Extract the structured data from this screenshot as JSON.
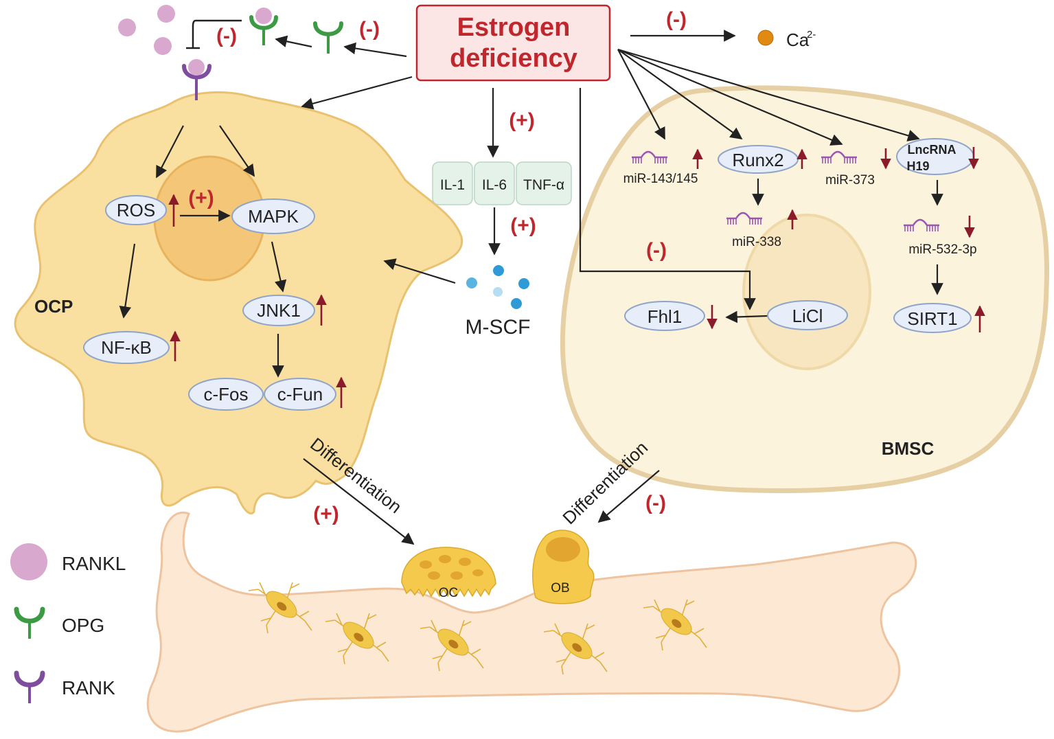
{
  "title": {
    "line1": "Estrogen",
    "line2": "deficiency"
  },
  "signs": {
    "plus": "(+)",
    "minus": "(-)"
  },
  "calcium": {
    "symbol": "Ca",
    "charge": "2-"
  },
  "cytokines": [
    "IL-1",
    "IL-6",
    "TNF-α"
  ],
  "msf": "M-SCF",
  "ocp": {
    "label": "OCP",
    "nodes": {
      "ros": "ROS",
      "mapk": "MAPK",
      "nfkb": "NF-κB",
      "jnk1": "JNK1",
      "cfos": "c-Fos",
      "cfun": "c-Fun"
    }
  },
  "bmsc": {
    "label": "BMSC",
    "items": {
      "mir143": "miR-143/145",
      "runx2": "Runx2",
      "mir373": "miR-373",
      "lnc_line1": "LncRNA",
      "lnc_line2": "H19",
      "mir338": "miR-338",
      "mir532": "miR-532-3p",
      "fhl1": "Fhl1",
      "licl": "LiCl",
      "sirt1": "SIRT1"
    }
  },
  "differentiation": "Differentiation",
  "bone": {
    "oc": "OC",
    "ob": "OB"
  },
  "legend": [
    {
      "label": "RANKL",
      "icon": "rankl-ligand-icon"
    },
    {
      "label": "OPG",
      "icon": "opg-receptor-icon"
    },
    {
      "label": "RANK",
      "icon": "rank-receptor-icon"
    }
  ],
  "colors": {
    "sign_red": "#c0272d",
    "arrow": "#222222",
    "up_down_arrow": "#8b1a2b",
    "title_box_fill": "#fbe5e5",
    "title_box_stroke": "#c0272d",
    "cell_fill": "#f9dfa0",
    "cell_stroke": "#e8c270",
    "bmsc_fill": "#fbf3dc",
    "bmsc_stroke": "#e7cfa4",
    "node_fill": "#e7eef9",
    "node_stroke": "#8fa4c8",
    "bone_fill": "#fce8d3",
    "bone_stroke": "#eec4a0",
    "rankl": "#d9a8cf",
    "opg": "#3d9a44",
    "rank": "#7e4d9e",
    "mirna": "#9b55b2",
    "calcium": "#e08a12",
    "msf_dot": "#2f9bd6"
  }
}
